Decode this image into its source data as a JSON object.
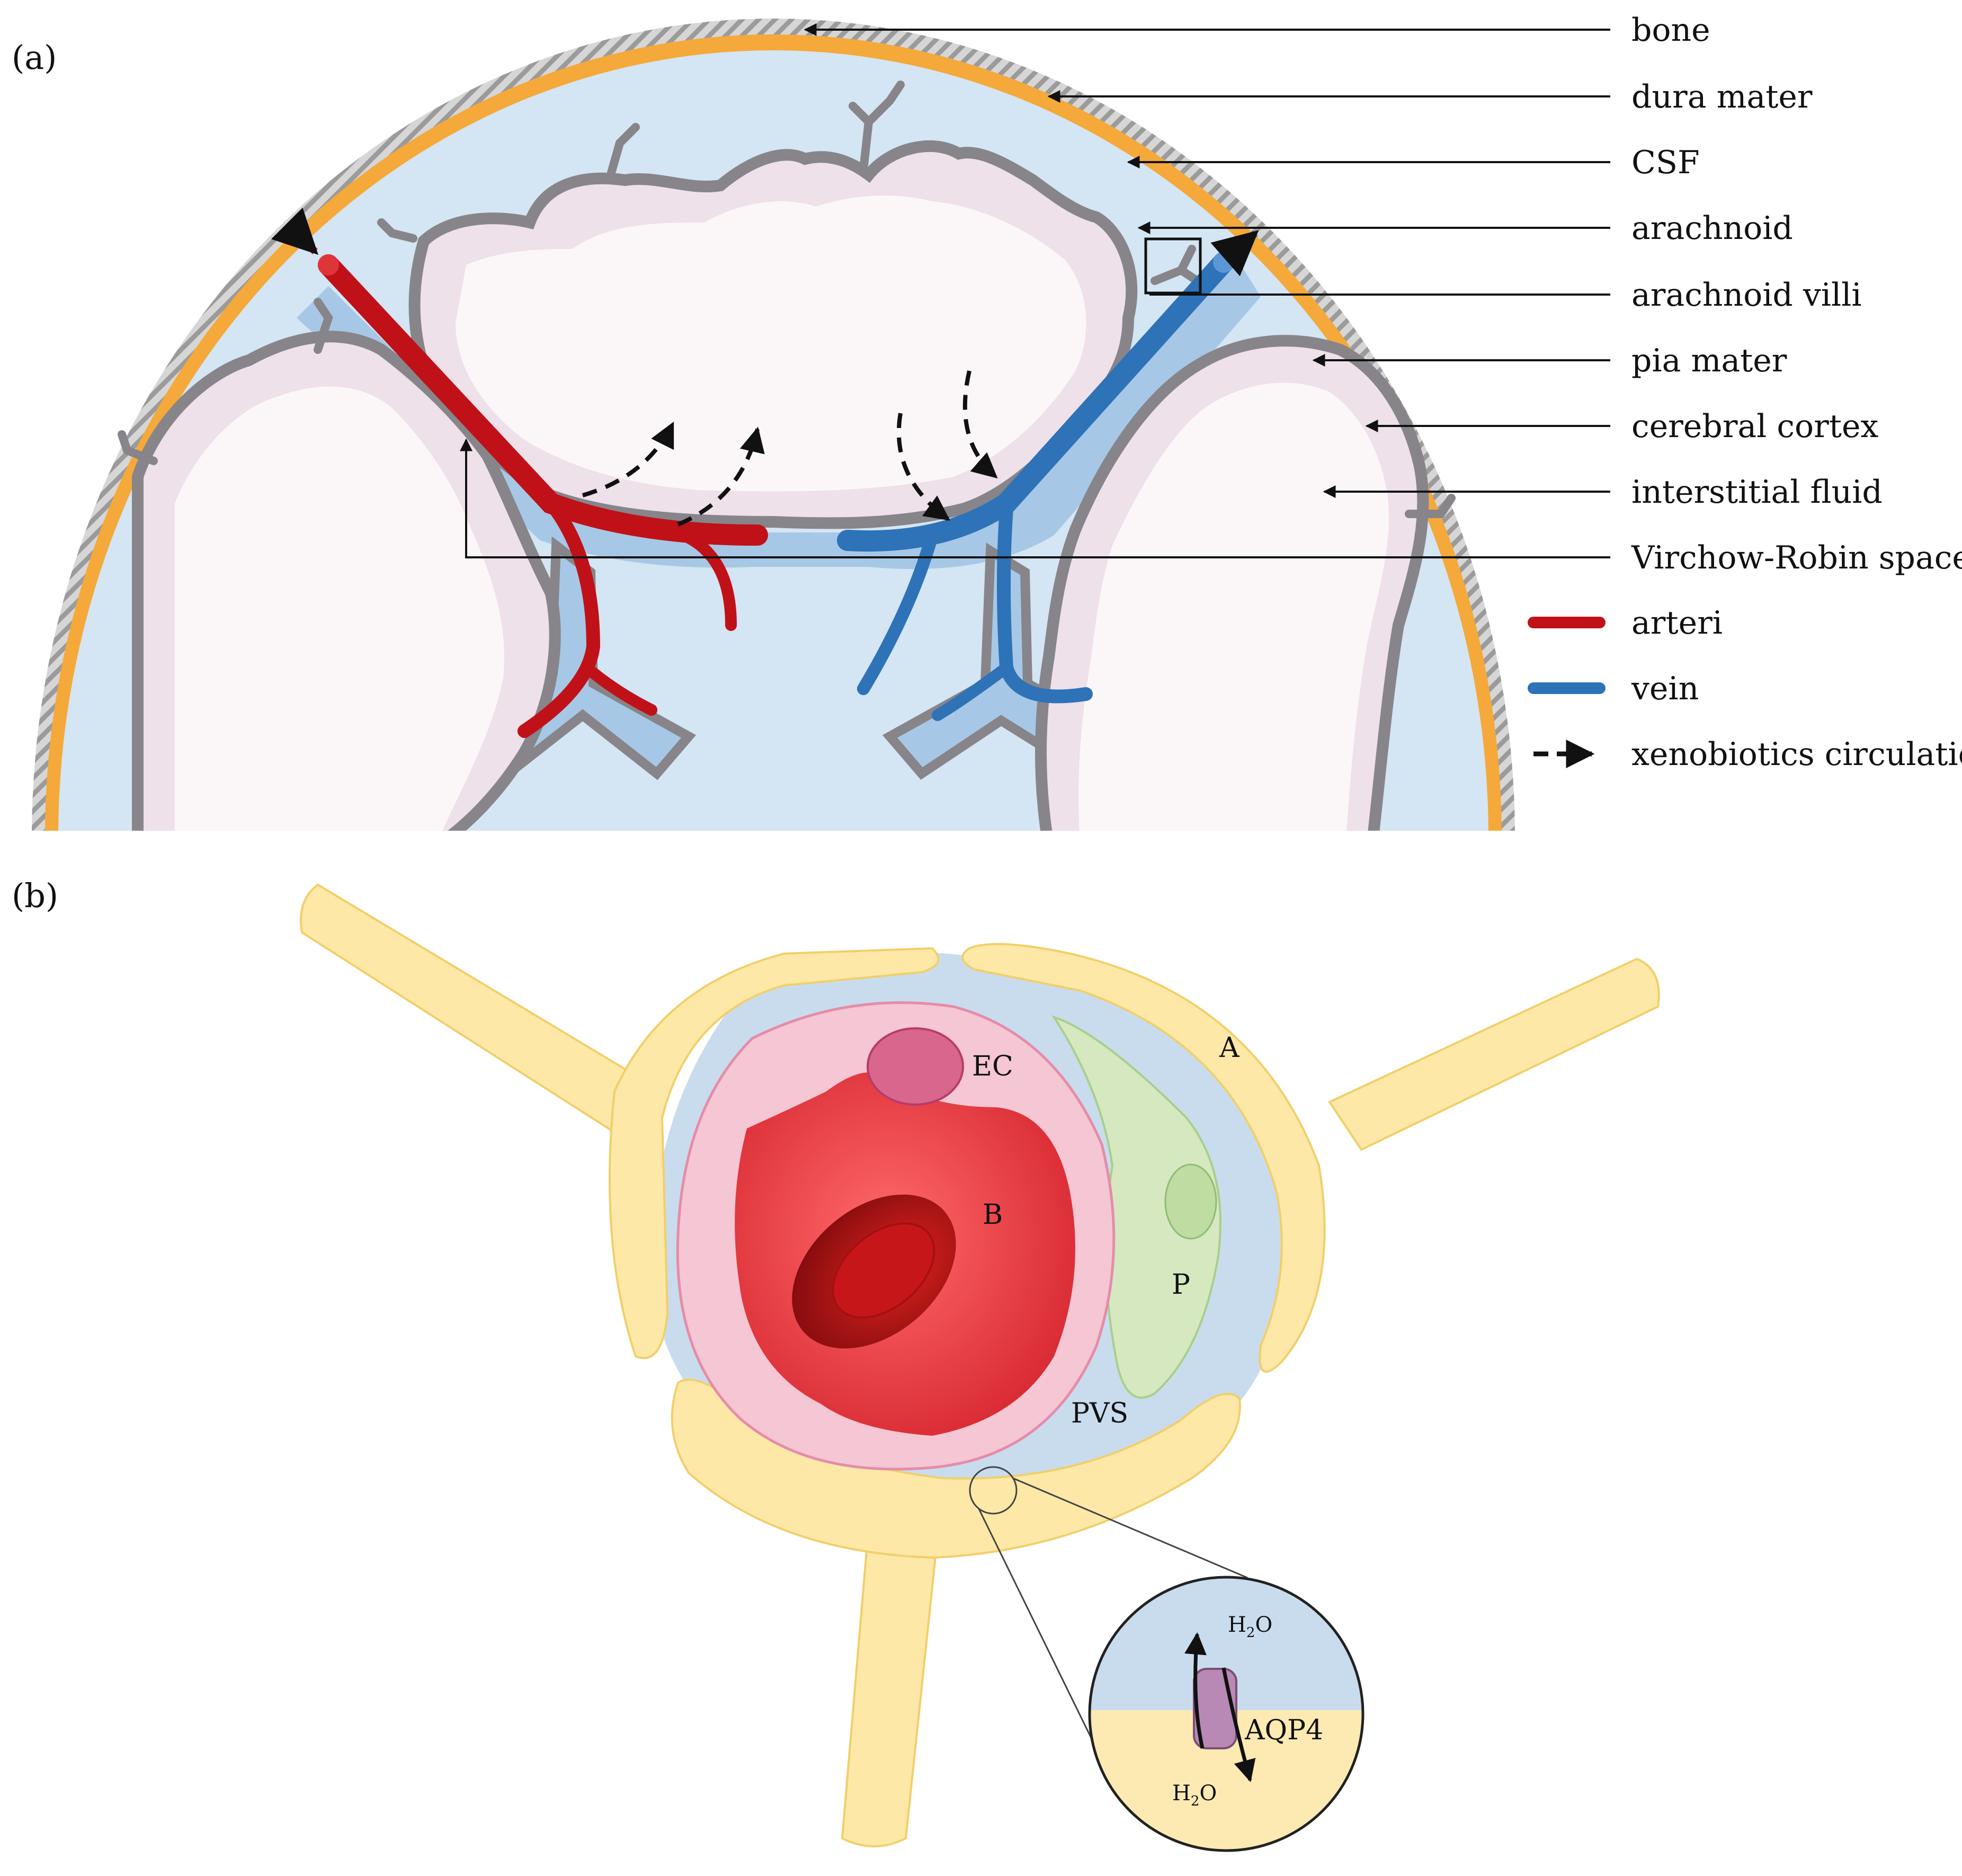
{
  "panel_a": {
    "tag": "(a)",
    "labels": {
      "bone": "bone",
      "dura_mater": "dura mater",
      "csf": "CSF",
      "arachnoid": "arachnoid",
      "arachnoid_villi": "arachnoid villi",
      "pia_mater": "pia mater",
      "cerebral_cortex": "cerebral cortex",
      "interstitial_fluid": "interstitial fluid",
      "virchow_robin": "Virchow-Robin space"
    },
    "legend": {
      "arteri": "arteri",
      "vein": "vein",
      "xenobiotics": "xenobiotics circulation"
    },
    "colors": {
      "bone": "#bdbdbd",
      "dura": "#f4a93a",
      "csf": "#d4e5f3",
      "pia": "#87858a",
      "cortex": "#eee1ea",
      "white_matter": "#fbf7f9",
      "artery": "#c01118",
      "vein": "#2e72b8",
      "perivascular": "#a6c8e6"
    }
  },
  "panel_b": {
    "tag": "(b)",
    "labels": {
      "ec": "EC",
      "b": "B",
      "p": "P",
      "a": "A",
      "pvs": "PVS",
      "aqp4": "AQP4",
      "h2o_top_main": "H",
      "h2o_top_sub": "2",
      "h2o_top_end": "O",
      "h2o_bottom_main": "H",
      "h2o_bottom_sub": "2",
      "h2o_bottom_end": "O"
    },
    "colors": {
      "astrocyte": "#fde8a8",
      "astrocyte_edge": "#f1cf6a",
      "pvs": "#c9dcee",
      "endothelium": "#f5c6d4",
      "blood": "#f04848",
      "rbc": "#a40d12",
      "pericyte": "#d5e8c0",
      "aqp4": "#b889b4"
    }
  }
}
